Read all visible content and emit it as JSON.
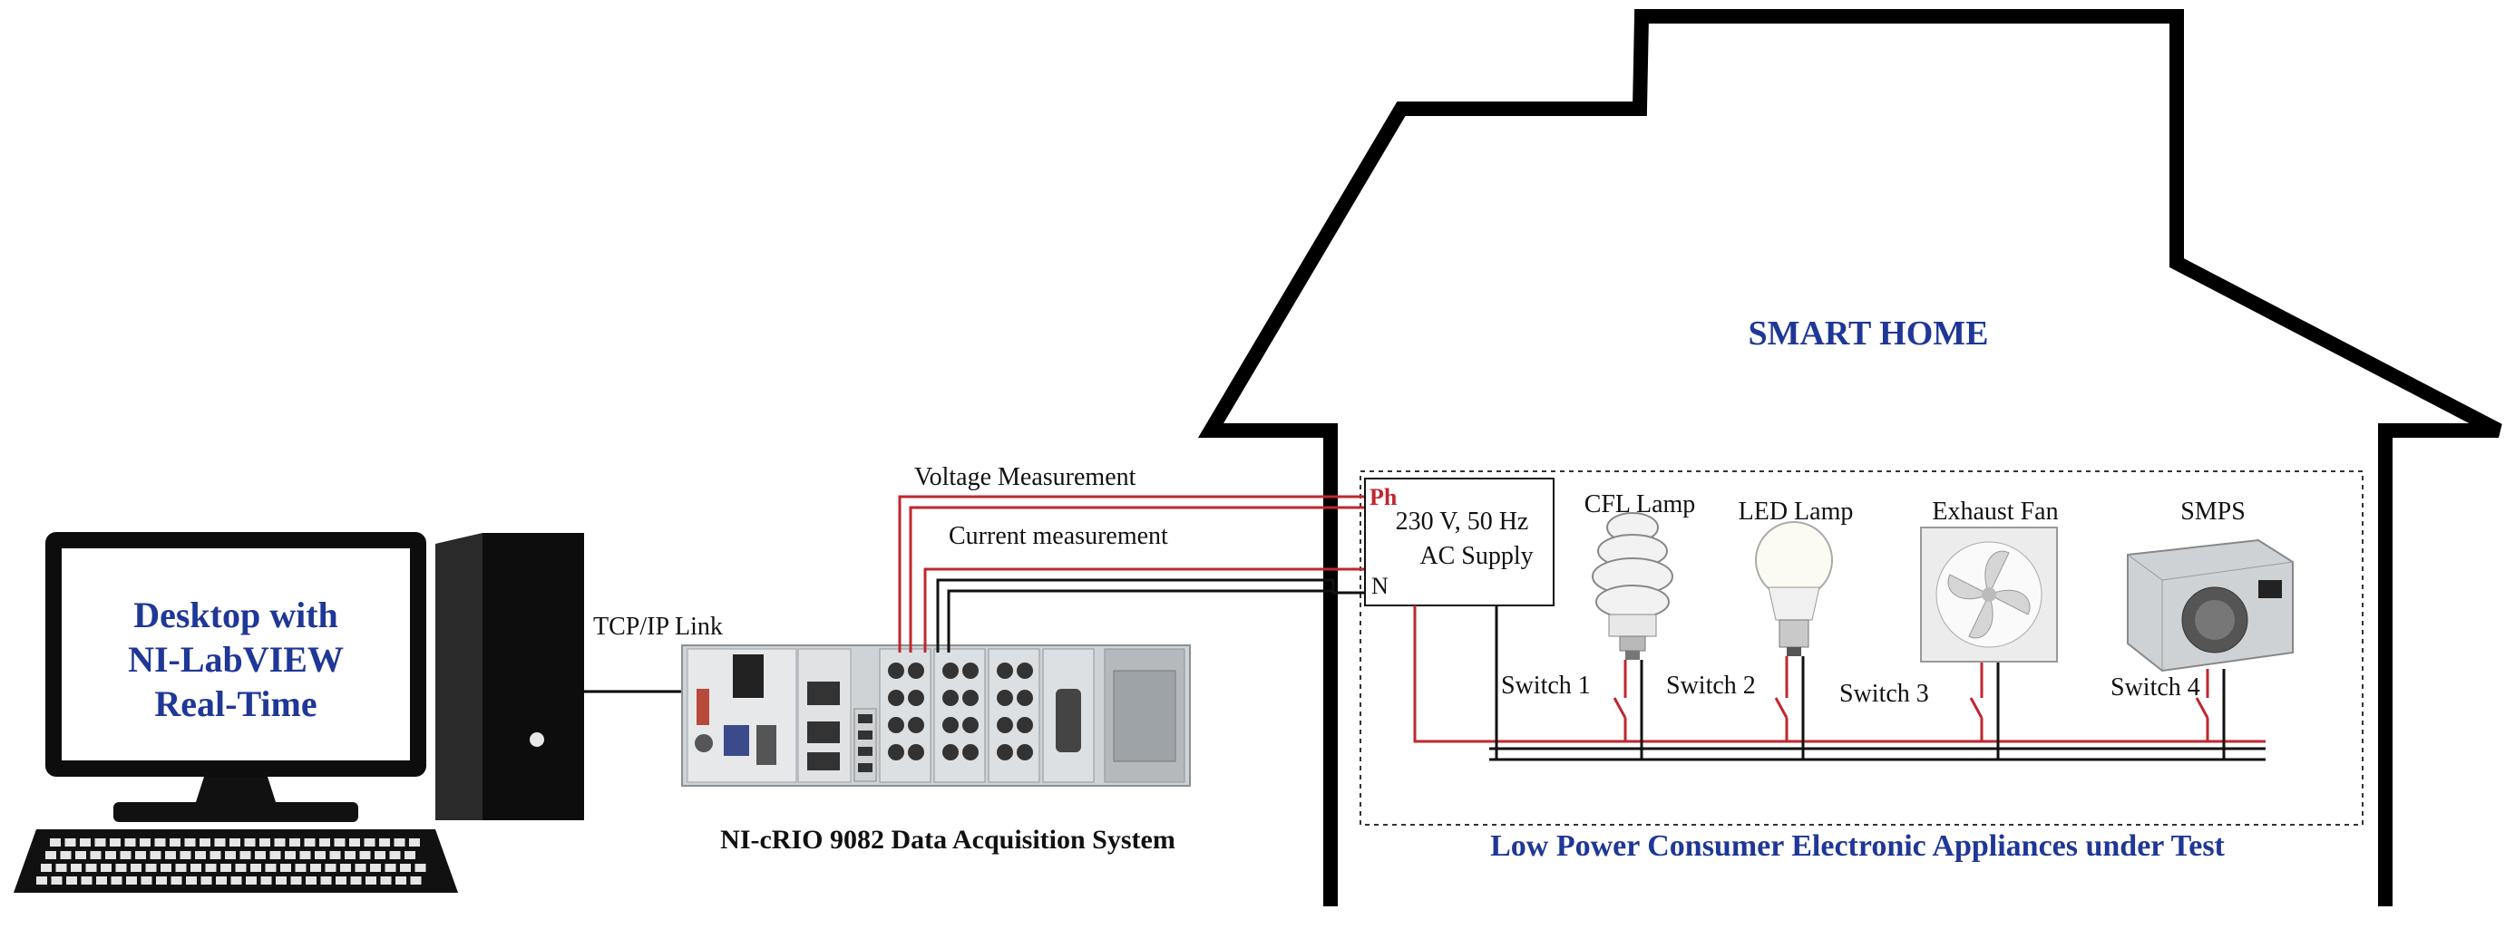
{
  "house": {
    "title": "SMART HOME",
    "bottom_caption": "Low Power Consumer Electronic Appliances under Test"
  },
  "desktop": {
    "screen_line1": "Desktop with",
    "screen_line2": "NI-LabVIEW",
    "screen_line3": "Real-Time"
  },
  "links": {
    "tcpip": "TCP/IP Link",
    "voltage": "Voltage Measurement",
    "current": "Current measurement"
  },
  "daq": {
    "caption": "NI-cRIO 9082 Data Acquisition System"
  },
  "supply": {
    "line1": "230 V, 50 Hz",
    "line2": "AC Supply",
    "phase": "Ph",
    "neutral": "N"
  },
  "appliances": [
    {
      "name": "CFL Lamp",
      "switch": "Switch 1"
    },
    {
      "name": "LED Lamp",
      "switch": "Switch 2"
    },
    {
      "name": "Exhaust Fan",
      "switch": "Switch 3"
    },
    {
      "name": "SMPS",
      "switch": "Switch 4"
    }
  ],
  "colors": {
    "phase_wire": "#c0272d",
    "neutral_wire": "#111111",
    "heading_blue": "#1f3796"
  }
}
